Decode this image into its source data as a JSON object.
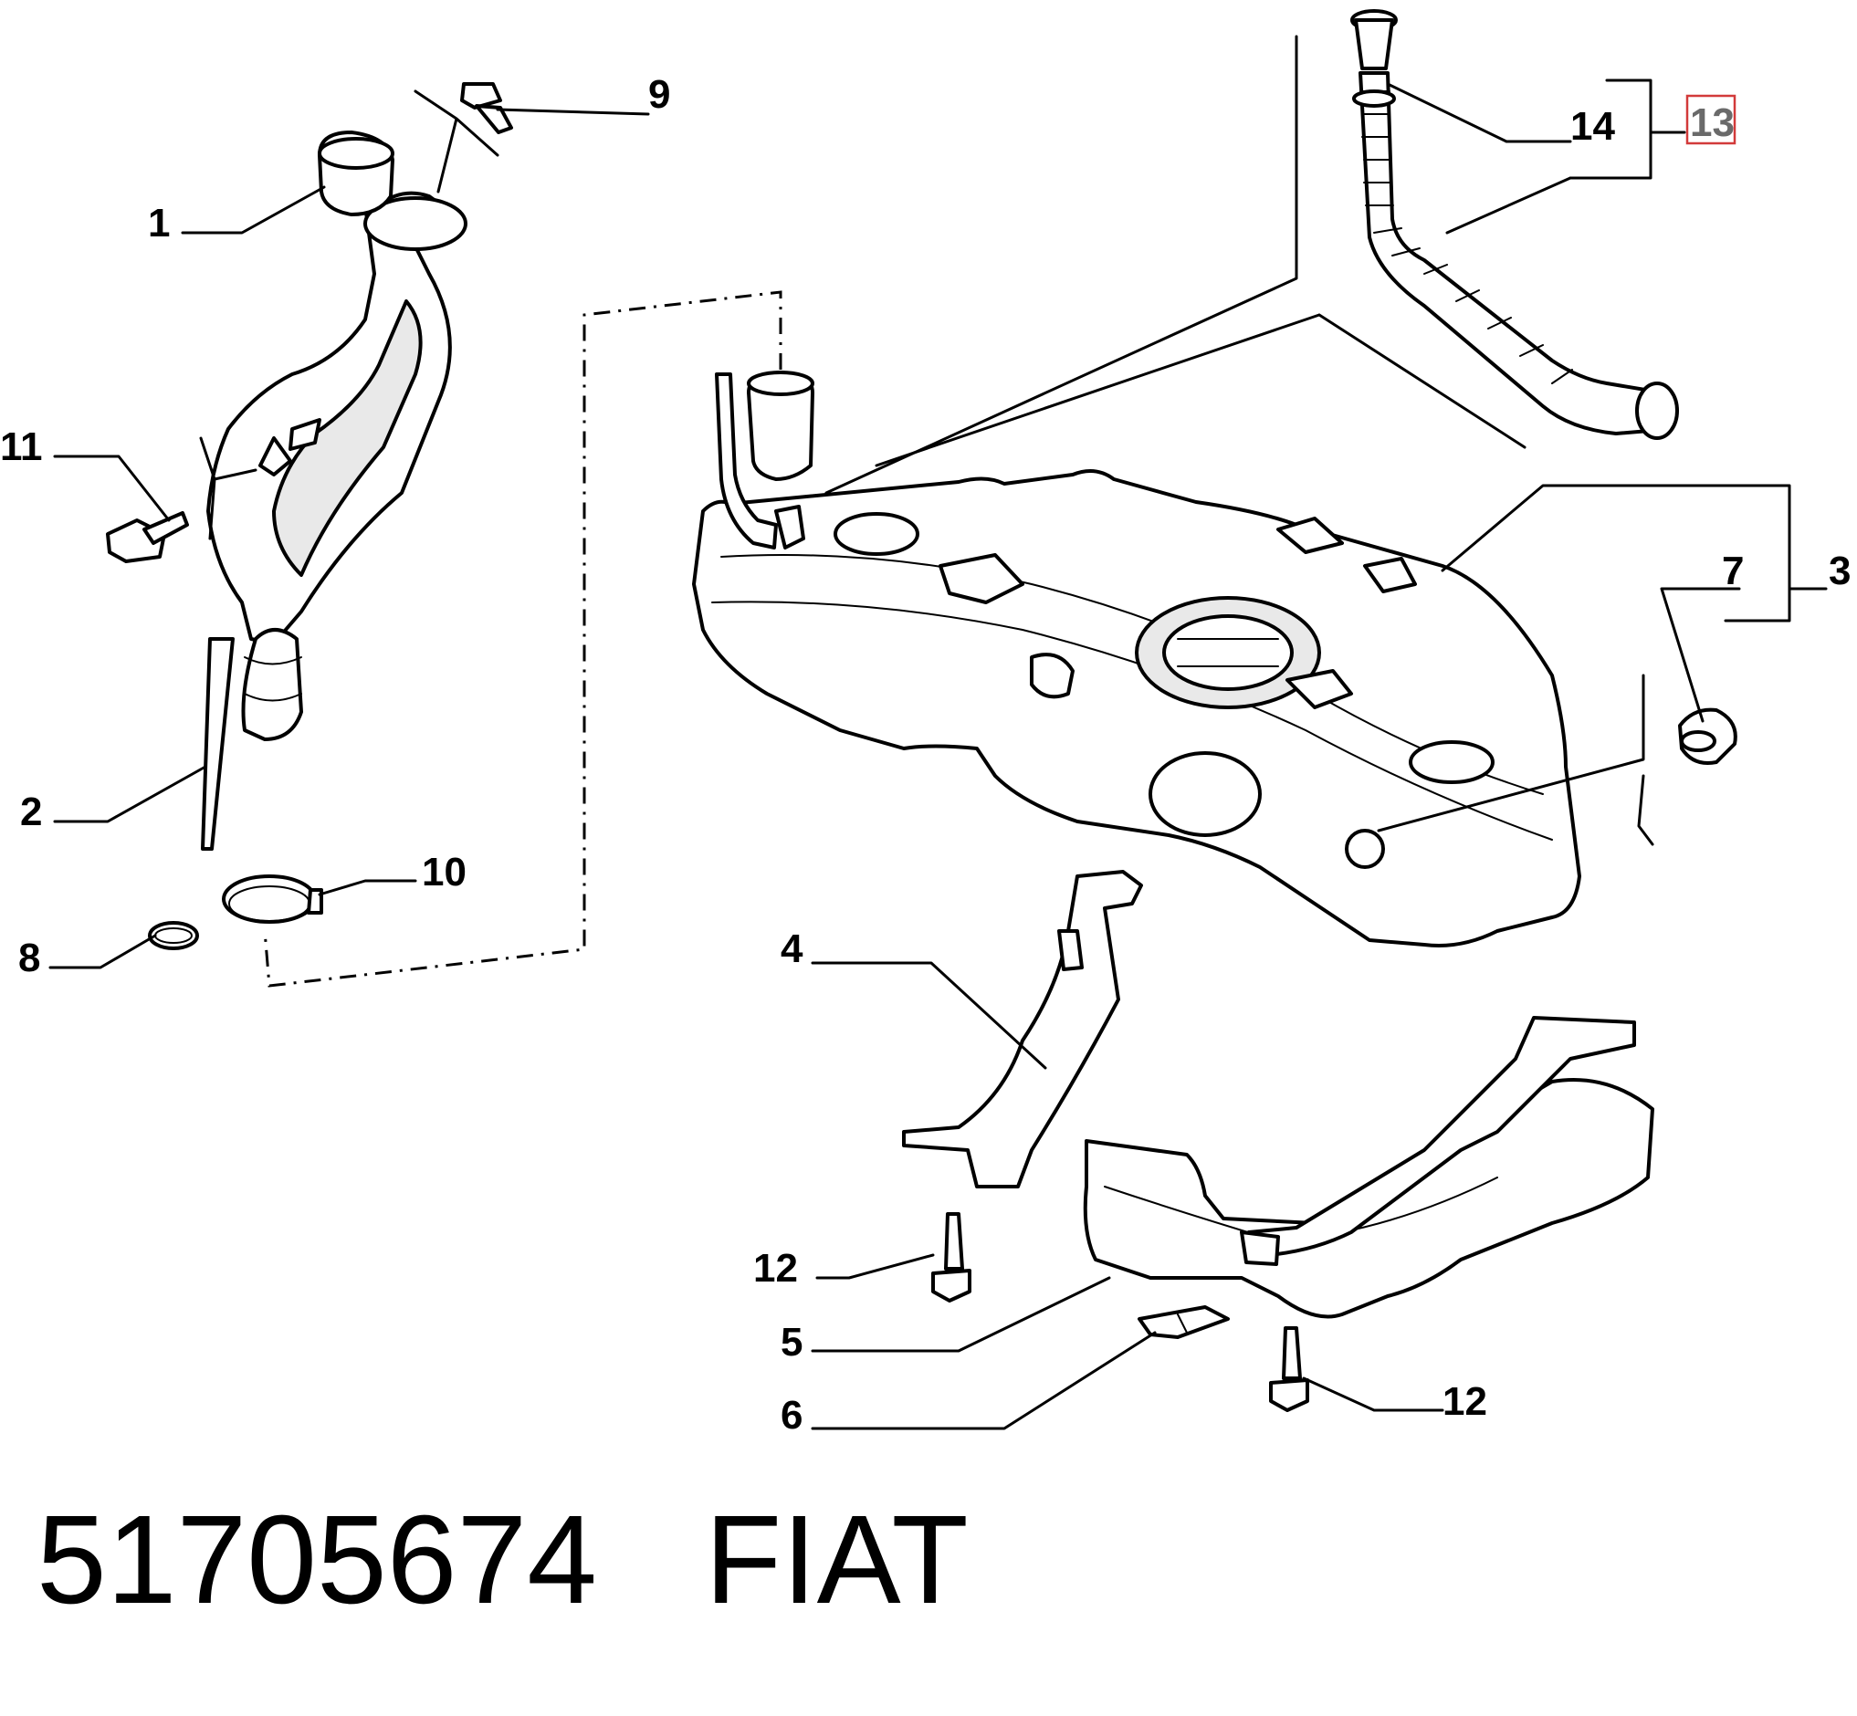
{
  "callouts": {
    "c1": "1",
    "c2": "2",
    "c3": "3",
    "c4": "4",
    "c5": "5",
    "c6": "6",
    "c7": "7",
    "c8": "8",
    "c9": "9",
    "c10": "10",
    "c11": "11",
    "c12a": "12",
    "c12b": "12",
    "c13": "13",
    "c14": "14"
  },
  "highlighted_callout": "13",
  "colors": {
    "highlight_text": "#6a6a6a",
    "highlight_box": "#d23a3a"
  },
  "footer": {
    "part_number": "51705674",
    "brand": "FIAT"
  }
}
